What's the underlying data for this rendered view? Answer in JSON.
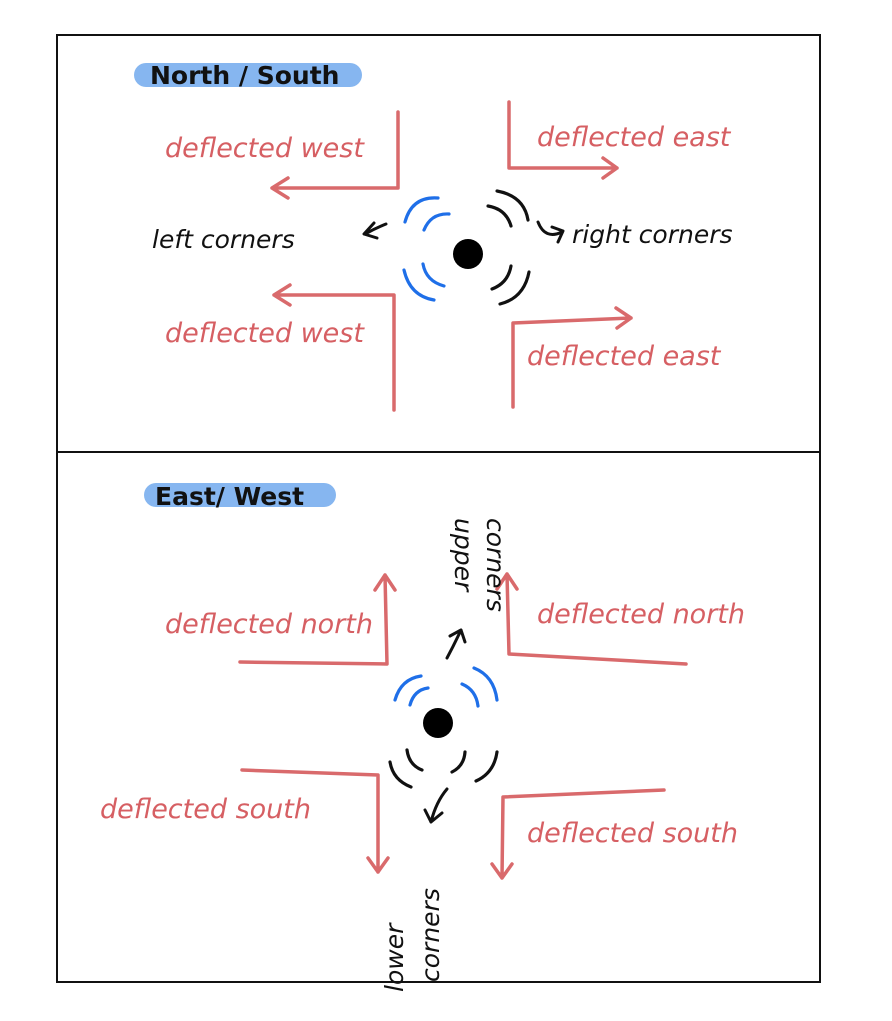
{
  "panels": {
    "north_south": {
      "title": "North / South",
      "deflect_upper_left": "deflected west",
      "deflect_upper_right": "deflected east",
      "deflect_lower_left": "deflected west",
      "deflect_lower_right": "deflected east",
      "left_label": "left corners",
      "right_label": "right corners"
    },
    "east_west": {
      "title": "East/ West",
      "deflect_upper_left": "deflected north",
      "deflect_upper_right": "deflected north",
      "deflect_lower_left": "deflected south",
      "deflect_lower_right": "deflected south",
      "upper_label_line1": "upper",
      "upper_label_line2": "corners",
      "lower_label_line1": "lower",
      "lower_label_line2": "corners"
    }
  },
  "colors": {
    "deflection": "#d96a6c",
    "wave_blue": "#1f6fe8",
    "wave_black": "#111111",
    "title_highlight": "#86b6f0"
  }
}
